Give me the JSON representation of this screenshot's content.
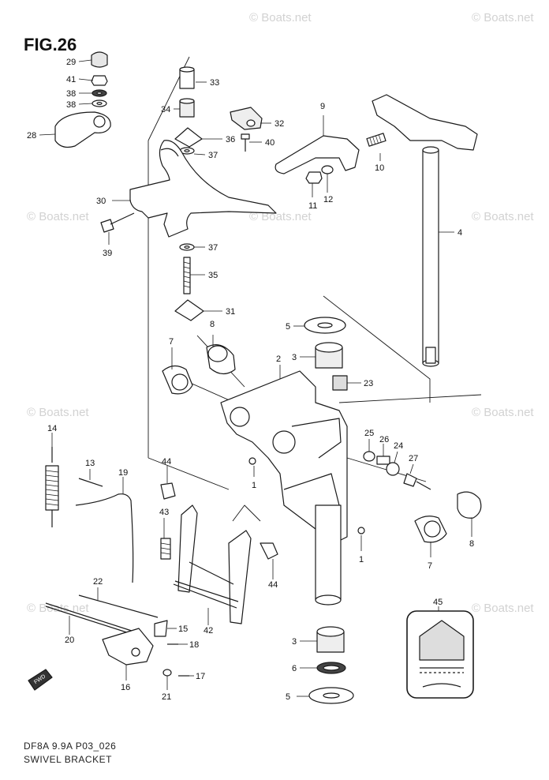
{
  "figure": {
    "title": "FIG.26",
    "code": "DF8A 9.9A P03_026",
    "name": "SWIVEL BRACKET"
  },
  "watermark": "© Boats.net",
  "callouts": [
    "1",
    "2",
    "3",
    "4",
    "5",
    "6",
    "7",
    "8",
    "9",
    "10",
    "11",
    "12",
    "13",
    "14",
    "15",
    "16",
    "17",
    "18",
    "19",
    "20",
    "21",
    "22",
    "23",
    "24",
    "25",
    "26",
    "27",
    "28",
    "29",
    "30",
    "31",
    "32",
    "33",
    "34",
    "35",
    "36",
    "37",
    "38",
    "39",
    "40",
    "41",
    "42",
    "43",
    "44",
    "45"
  ],
  "direction_tag": "FWD",
  "colors": {
    "line": "#1a1a1a",
    "fill": "#ffffff",
    "shade": "#d9d9d9",
    "watermark": "#d2d2d2"
  }
}
